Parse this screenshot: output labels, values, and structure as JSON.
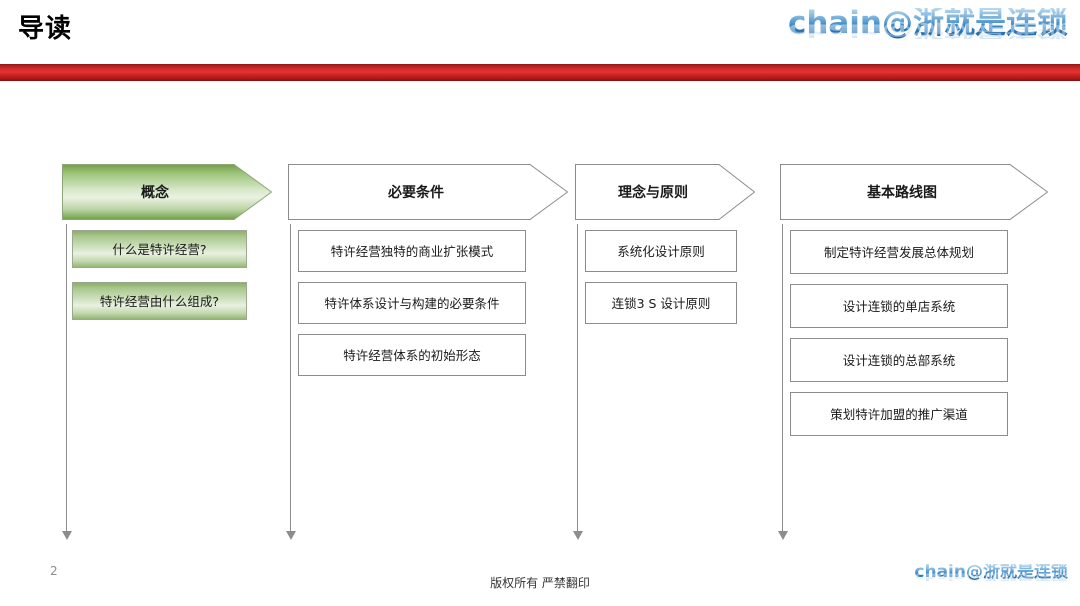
{
  "header": {
    "title": "导读",
    "brand": "chain@浙就是连锁",
    "accent_red": "#d62b2b",
    "accent_blue": "#2f7fc1"
  },
  "diagram": {
    "accent_green": "#8bae6a",
    "columns": [
      {
        "id": "concept",
        "header": "概念",
        "style": "green",
        "items": [
          "什么是特许经营?",
          "特许经营由什么组成?"
        ]
      },
      {
        "id": "requirements",
        "header": "必要条件",
        "style": "plain",
        "items": [
          "特许经营独特的商业扩张模式",
          "特许体系设计与构建的必要条件",
          "特许经营体系的初始形态"
        ]
      },
      {
        "id": "principles",
        "header": "理念与原则",
        "style": "plain",
        "items": [
          "系统化设计原则",
          "连锁3 S 设计原则"
        ]
      },
      {
        "id": "roadmap",
        "header": "基本路线图",
        "style": "plain",
        "items": [
          "制定特许经营发展总体规划",
          "设计连锁的单店系统",
          "设计连锁的总部系统",
          "策划特许加盟的推广渠道"
        ]
      }
    ]
  },
  "footer": {
    "page_number": "2",
    "copyright": "版权所有  严禁翻印",
    "brand": "chain@浙就是连锁"
  }
}
